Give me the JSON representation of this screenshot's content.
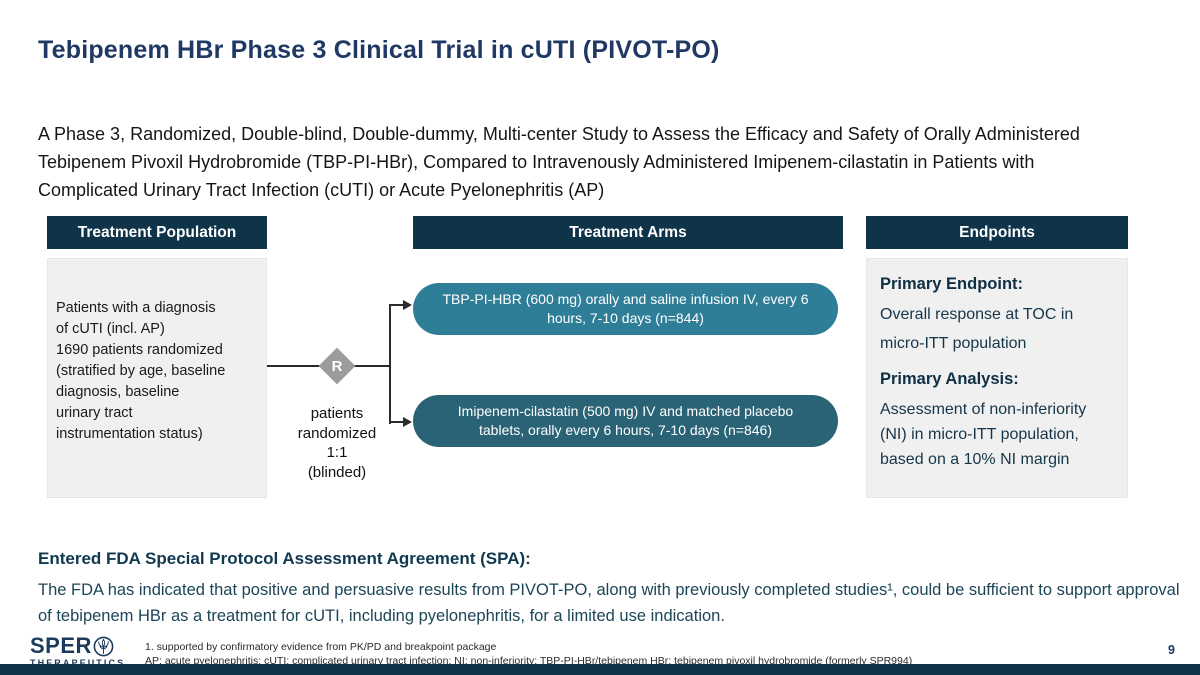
{
  "slide": {
    "title": "Tebipenem HBr Phase 3 Clinical Trial in cUTI (PIVOT-PO)",
    "subtitle": "A Phase 3, Randomized, Double-blind, Double-dummy, Multi-center Study to Assess the Efficacy and Safety of Orally Administered Tebipenem Pivoxil Hydrobromide (TBP-PI-HBr), Compared to Intravenously Administered Imipenem-cilastatin in Patients with Complicated Urinary Tract Infection (cUTI) or Acute Pyelonephritis (AP)",
    "page_number": "9"
  },
  "columns": {
    "population": {
      "header": "Treatment Population",
      "body": "Patients with a diagnosis\nof cUTI (incl. AP)\n1690 patients randomized\n(stratified by age, baseline\ndiagnosis, baseline\nurinary tract\ninstrumentation status)"
    },
    "arms": {
      "header": "Treatment Arms",
      "randomizer_letter": "R",
      "randomization_note": "patients\nrandomized\n1:1\n(blinded)",
      "arm1": "TBP-PI-HBR (600 mg) orally and saline infusion IV, every 6\nhours, 7-10 days (n=844)",
      "arm2": "Imipenem-cilastatin (500 mg) IV and matched placebo\ntablets, orally every 6 hours, 7-10 days  (n=846)"
    },
    "endpoints": {
      "header": "Endpoints",
      "primary_endpoint_label": "Primary Endpoint:",
      "primary_endpoint_text": "Overall response at TOC in\nmicro-ITT population",
      "primary_analysis_label": "Primary Analysis:",
      "primary_analysis_text": "Assessment of non-inferiority\n(NI) in micro-ITT population,\nbased on a 10% NI margin"
    }
  },
  "spa": {
    "heading": "Entered FDA Special Protocol Assessment Agreement (SPA):",
    "body": "The FDA has indicated that positive and persuasive results from PIVOT-PO, along with previously completed studies¹, could be sufficient to support approval of tebipenem HBr as a treatment for cUTI, including pyelonephritis, for a limited use indication."
  },
  "footer": {
    "logo_word": "SPER",
    "logo_sub": "THERAPEUTICS",
    "footnotes": [
      "1. supported by confirmatory evidence from PK/PD and breakpoint package",
      "AP: acute pyelonephritis; cUTI: complicated urinary tract infection; NI: non-inferiority; TBP-PI-HBr/tebipenem HBr: tebipenem pivoxil hydrobromide (formerly SPR994)"
    ]
  },
  "colors": {
    "header_navy": "#0f344a",
    "title_blue": "#1f3864",
    "teal_light": "#2f7e98",
    "teal_dark": "#2a6376",
    "diamond_gray": "#9c9c9c",
    "box_gray": "#f1f0f0"
  }
}
